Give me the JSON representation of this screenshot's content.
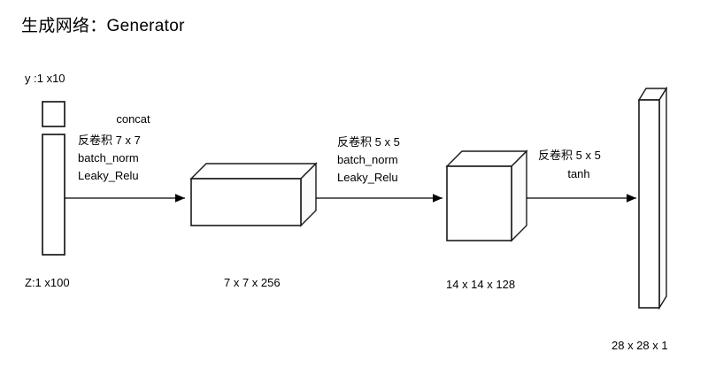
{
  "diagram": {
    "title": "生成网络：Generator",
    "input_labels": {
      "condition_top": "y :1 x10",
      "noise_bottom": "Z:1 x100"
    },
    "ops": [
      {
        "id": "op-concat-deconv7",
        "lines": [
          "concat",
          "反卷积 7 x 7",
          "batch_norm",
          "Leaky_Relu"
        ]
      },
      {
        "id": "op-deconv5-bn",
        "lines": [
          "反卷积 5 x 5",
          "batch_norm",
          "Leaky_Relu"
        ]
      },
      {
        "id": "op-deconv5-tanh",
        "lines": [
          "反卷积 5 x 5",
          "tanh"
        ]
      }
    ],
    "tensors": [
      {
        "id": "tensor-feature-1",
        "caption": "7 x 7 x 256"
      },
      {
        "id": "tensor-feature-2",
        "caption": "14 x 14 x 128"
      },
      {
        "id": "tensor-output",
        "caption": "28 x 28 x 1"
      }
    ],
    "colors": {
      "stroke": "#1a1a1a",
      "fill": "#ffffff",
      "text": "#000000",
      "background": "#ffffff"
    }
  }
}
